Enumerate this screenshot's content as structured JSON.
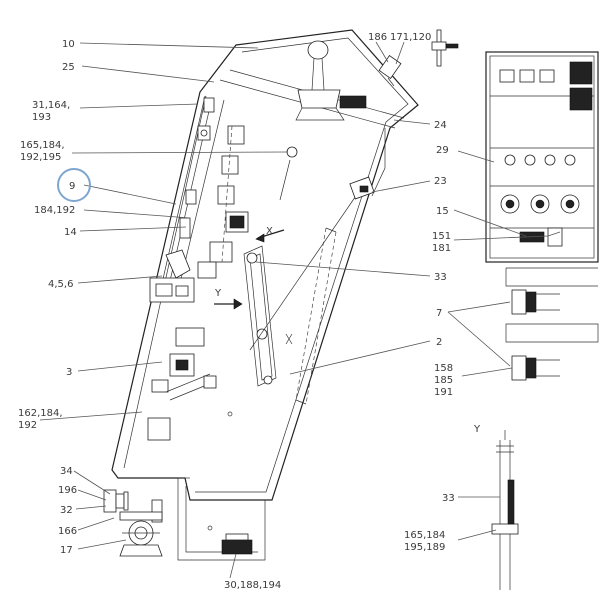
{
  "highlight": {
    "label": "9",
    "color": "#7fa6cf"
  },
  "labels": {
    "l10": "10",
    "l25": "25",
    "l31a": "31,164,",
    "l31b": "193",
    "l165a": "165,184,",
    "l165b": "192,195",
    "l9": "9",
    "l184": "184,192",
    "l14": "14",
    "l456": "4,5,6",
    "l3": "3",
    "l162a": "162,184,",
    "l162b": "192",
    "l34": "34",
    "l196": "196",
    "l32": "32",
    "l166": "166",
    "l17": "17",
    "l30": "30,188,194",
    "l186": "186",
    "l171": "171,120",
    "l24": "24",
    "l23": "23",
    "l33": "33",
    "l2": "2",
    "l29": "29",
    "l15": "15",
    "l151": "151",
    "l181": "181",
    "l7": "7",
    "l158": "158",
    "l185": "185",
    "l191": "191",
    "lY": "Y",
    "l33b": "33",
    "l165c": "165,184",
    "l195": "195,189",
    "markX": "X",
    "markY": "Y"
  }
}
